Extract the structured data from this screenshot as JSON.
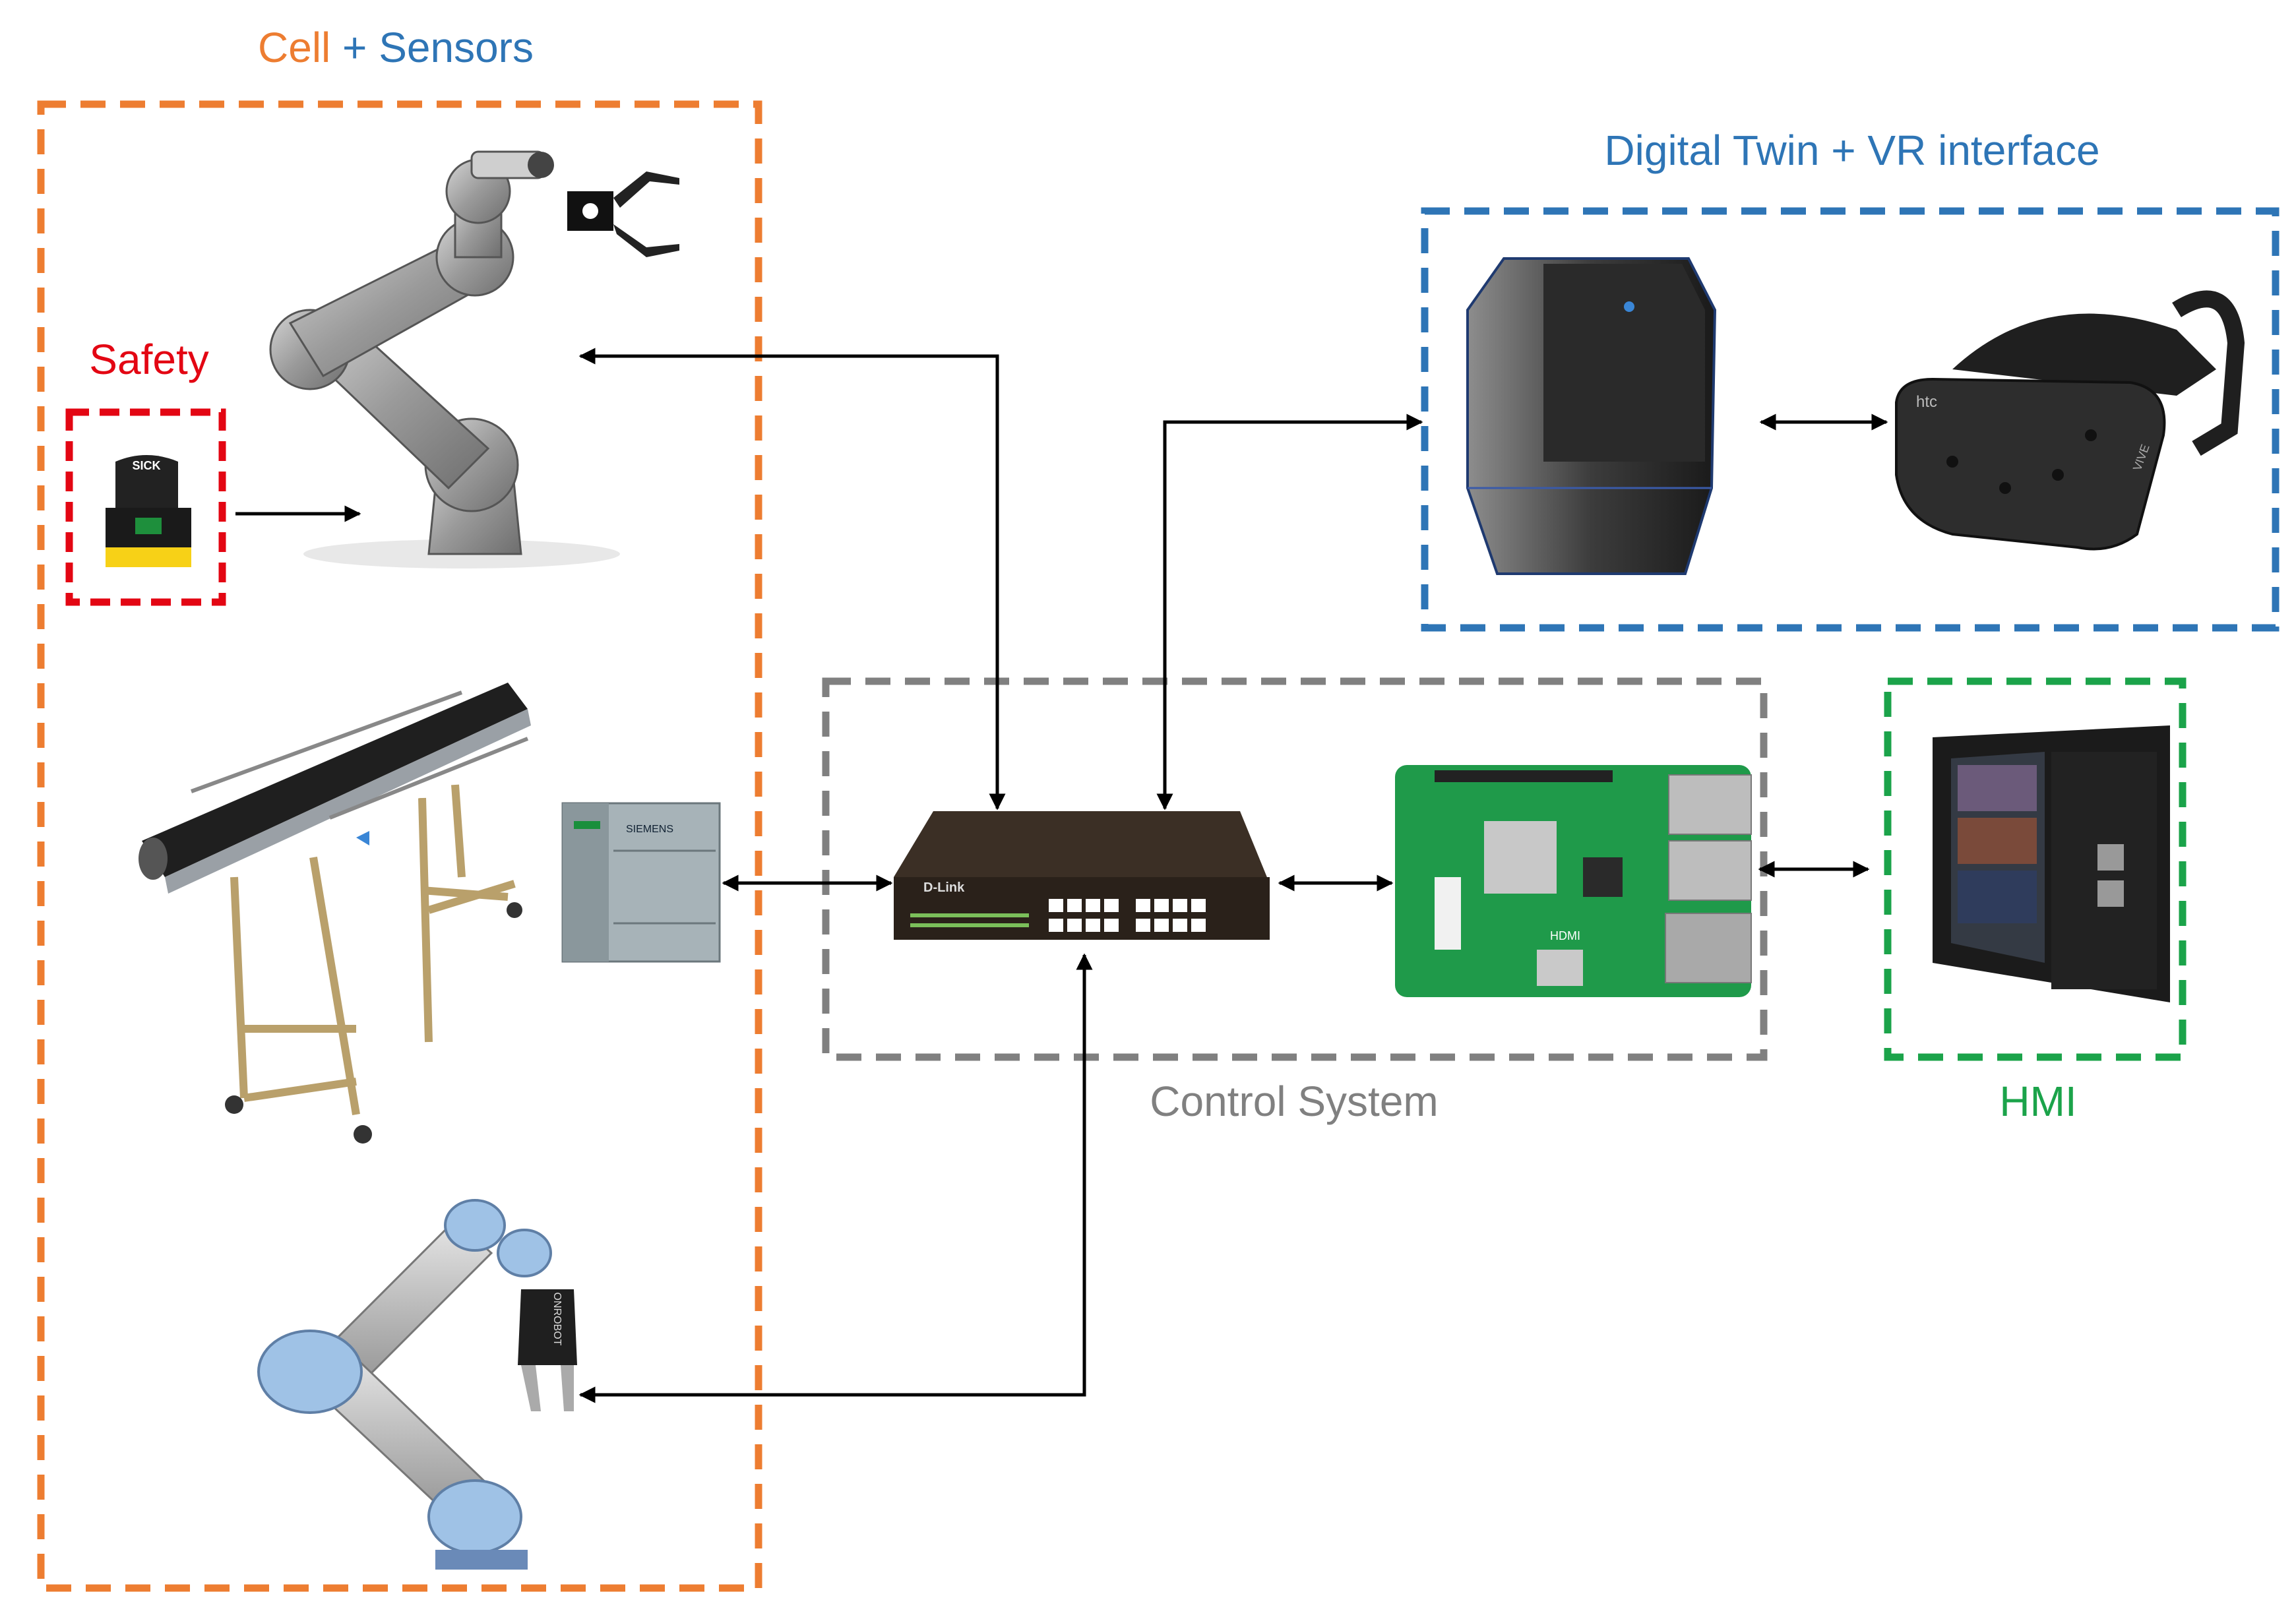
{
  "groups": {
    "cell_sensors": {
      "title_part1": "Cell",
      "title_sep": " + ",
      "title_part2": "Sensors",
      "color_part1": "#ED7D31",
      "color_part2": "#2E75B6",
      "border_color": "#ED7D31"
    },
    "safety": {
      "title": "Safety",
      "color": "#E30613"
    },
    "digital_twin": {
      "title": "Digital Twin + VR interface",
      "color": "#2E75B6"
    },
    "control_system": {
      "title": "Control System",
      "color": "#808080"
    },
    "hmi": {
      "title": "HMI",
      "color": "#1BA34A"
    }
  },
  "devices": {
    "laser_scanner": {
      "brand": "SICK"
    },
    "network_switch": {
      "brand": "D-Link"
    },
    "plc": {
      "brand": "SIEMENS"
    },
    "vr_headset": {
      "brand": "htc",
      "model": "VIVE"
    },
    "gripper": {
      "brand": "ONROBOT"
    },
    "raspberry_pi": {
      "port_label": "HDMI"
    }
  },
  "icons": [
    "cobot-arm-icon",
    "gripper-icon",
    "safety-scanner-icon",
    "conveyor-icon",
    "plc-icon",
    "network-switch-icon",
    "raspberry-pi-icon",
    "gaming-pc-icon",
    "vr-headset-icon",
    "touchscreen-icon",
    "ur-robot-icon"
  ]
}
